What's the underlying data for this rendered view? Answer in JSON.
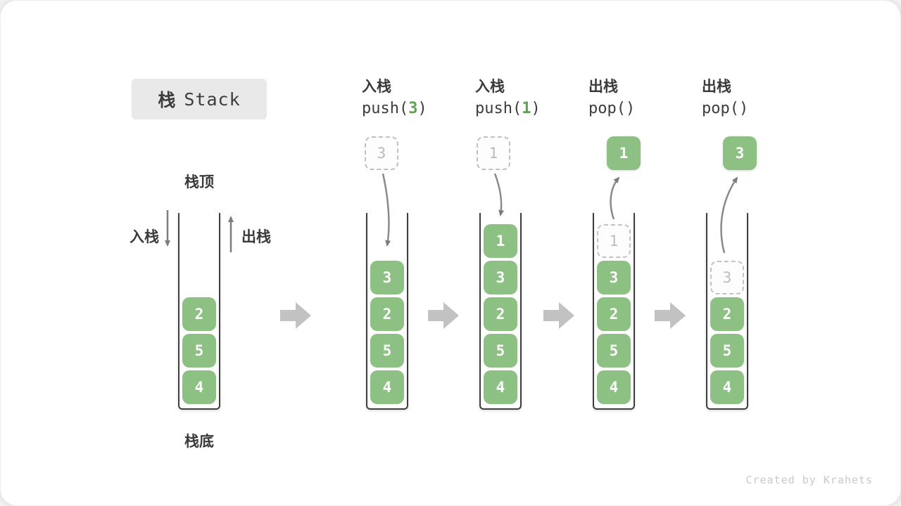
{
  "title": {
    "zh": "栈",
    "en": "Stack"
  },
  "labels": {
    "stack_top": "栈顶",
    "stack_bottom": "栈底",
    "push": "入栈",
    "pop": "出栈"
  },
  "initial_stack": {
    "values": [
      "2",
      "5",
      "4"
    ]
  },
  "steps": [
    {
      "label": "入栈",
      "code": {
        "fn": "push(",
        "arg": "3",
        "close": ")"
      },
      "floating": {
        "value": "3",
        "variant": "dashed"
      },
      "cells": [
        {
          "value": "3",
          "variant": "solid"
        },
        {
          "value": "2",
          "variant": "solid"
        },
        {
          "value": "5",
          "variant": "solid"
        },
        {
          "value": "4",
          "variant": "solid"
        }
      ]
    },
    {
      "label": "入栈",
      "code": {
        "fn": "push(",
        "arg": "1",
        "close": ")"
      },
      "floating": {
        "value": "1",
        "variant": "dashed"
      },
      "cells": [
        {
          "value": "1",
          "variant": "solid"
        },
        {
          "value": "3",
          "variant": "solid"
        },
        {
          "value": "2",
          "variant": "solid"
        },
        {
          "value": "5",
          "variant": "solid"
        },
        {
          "value": "4",
          "variant": "solid"
        }
      ]
    },
    {
      "label": "出栈",
      "code": {
        "fn": "pop(",
        "arg": "",
        "close": ")"
      },
      "floating": {
        "value": "1",
        "variant": "solid"
      },
      "cells": [
        {
          "value": "1",
          "variant": "dashed"
        },
        {
          "value": "3",
          "variant": "solid"
        },
        {
          "value": "2",
          "variant": "solid"
        },
        {
          "value": "5",
          "variant": "solid"
        },
        {
          "value": "4",
          "variant": "solid"
        }
      ]
    },
    {
      "label": "出栈",
      "code": {
        "fn": "pop(",
        "arg": "",
        "close": ")"
      },
      "floating": {
        "value": "3",
        "variant": "solid"
      },
      "cells": [
        {
          "value": "3",
          "variant": "dashed"
        },
        {
          "value": "2",
          "variant": "solid"
        },
        {
          "value": "5",
          "variant": "solid"
        },
        {
          "value": "4",
          "variant": "solid"
        }
      ]
    }
  ],
  "watermark": "Created by Krahets",
  "colors": {
    "cell_green": "#8DC183",
    "accent_green": "#5FA052",
    "line_arrow": "#7d7d7d",
    "block_arrow": "#c2c2c2"
  }
}
